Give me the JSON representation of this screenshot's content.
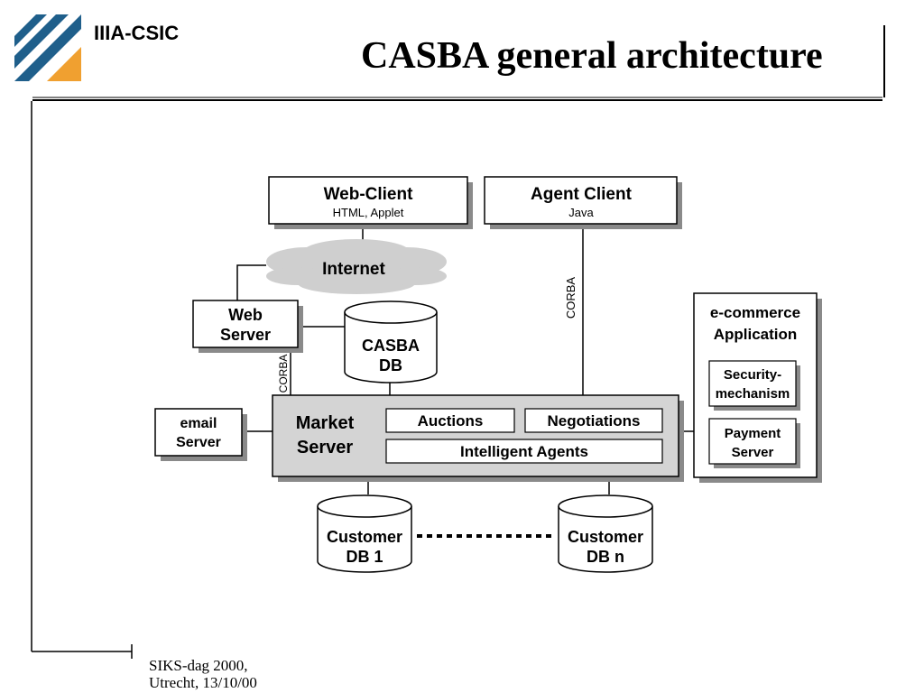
{
  "header": {
    "org_name": "IIIA-CSIC",
    "title": "CASBA general architecture"
  },
  "footer": {
    "line1": "SIKS-dag 2000,",
    "line2": "Utrecht, 13/10/00"
  },
  "diagram": {
    "web_client": {
      "title": "Web-Client",
      "subtitle": "HTML, Applet"
    },
    "agent_client": {
      "title": "Agent Client",
      "subtitle": "Java"
    },
    "internet": "Internet",
    "web_server": {
      "line1": "Web",
      "line2": "Server"
    },
    "casba_db": {
      "line1": "CASBA",
      "line2": "DB"
    },
    "corba_label_left": "CORBA",
    "corba_label_right": "CORBA",
    "email_server": {
      "line1": "email",
      "line2": "Server"
    },
    "market_server": {
      "line1": "Market",
      "line2": "Server",
      "auctions": "Auctions",
      "negotiations": "Negotiations",
      "intelligent_agents": "Intelligent Agents"
    },
    "ecommerce": {
      "line1": "e-commerce",
      "line2": "Application",
      "security": {
        "line1": "Security-",
        "line2": "mechanism"
      },
      "payment": {
        "line1": "Payment",
        "line2": "Server"
      }
    },
    "customer_db1": {
      "line1": "Customer",
      "line2": "DB 1"
    },
    "customer_dbn": {
      "line1": "Customer",
      "line2": "DB n"
    }
  },
  "colors": {
    "logo_blue": "#1f5f8b",
    "logo_orange": "#f0a030",
    "market_fill": "#d4d4d4",
    "shadow": "#8a8a8a",
    "internet_cloud": "#cfcfcf"
  }
}
